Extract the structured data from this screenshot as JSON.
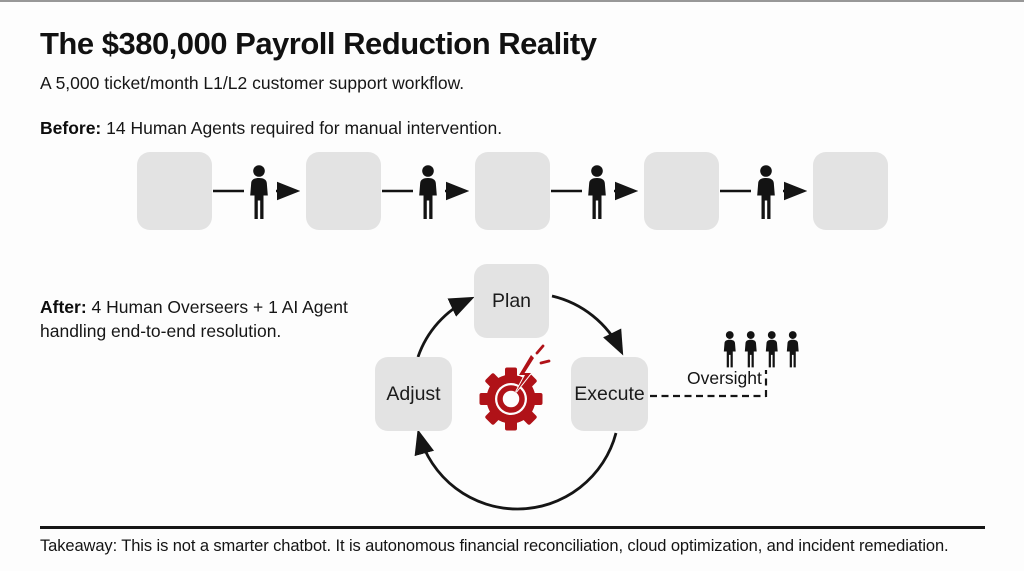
{
  "title": "The $380,000 Payroll Reduction Reality",
  "subtitle": "A 5,000 ticket/month L1/L2 customer support workflow.",
  "before": {
    "label": "Before:",
    "text": "14 Human Agents required for manual intervention.",
    "box_count": 5,
    "handoff_count": 4
  },
  "after": {
    "label": "After:",
    "text": "4 Human Overseers + 1 AI Agent handling end-to-end resolution.",
    "cycle_steps": [
      "Plan",
      "Execute",
      "Adjust"
    ],
    "oversight": {
      "label": "Oversight",
      "person_count": 4
    }
  },
  "takeaway": {
    "label": "Takeaway:",
    "text": "This is not a smarter chatbot. It is autonomous financial reconciliation, cloud optimization, and incident remediation."
  },
  "icons": {
    "human_agent": "person-icon",
    "handoff_arrow": "arrow-right-icon",
    "ai_core": "gear-spark-icon"
  },
  "colors": {
    "accent_red": "#b01218",
    "box_gray": "#e3e3e3",
    "text": "#111111",
    "background": "#fdfdfd"
  }
}
